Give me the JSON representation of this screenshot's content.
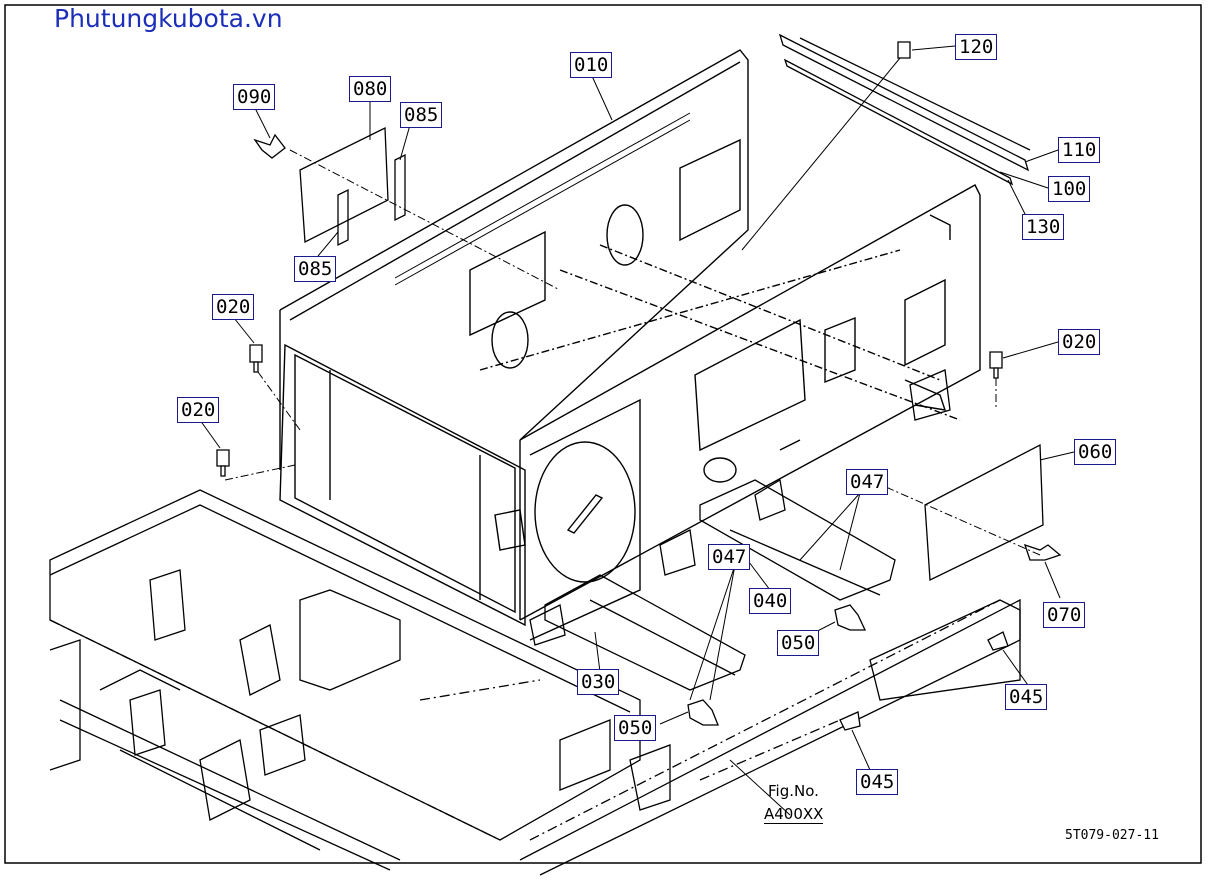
{
  "watermark": "Phutungkubota.vn",
  "fig_no_label": "Fig.No.",
  "fig_no_value": "A400XX",
  "drawing_code": "5T079-027-11",
  "callouts": [
    {
      "id": "010",
      "text": "010"
    },
    {
      "id": "020a",
      "text": "020"
    },
    {
      "id": "020b",
      "text": "020"
    },
    {
      "id": "020c",
      "text": "020"
    },
    {
      "id": "030",
      "text": "030"
    },
    {
      "id": "040",
      "text": "040"
    },
    {
      "id": "045a",
      "text": "045"
    },
    {
      "id": "045b",
      "text": "045"
    },
    {
      "id": "047a",
      "text": "047"
    },
    {
      "id": "047b",
      "text": "047"
    },
    {
      "id": "050a",
      "text": "050"
    },
    {
      "id": "050b",
      "text": "050"
    },
    {
      "id": "060",
      "text": "060"
    },
    {
      "id": "070",
      "text": "070"
    },
    {
      "id": "080",
      "text": "080"
    },
    {
      "id": "085a",
      "text": "085"
    },
    {
      "id": "085b",
      "text": "085"
    },
    {
      "id": "090",
      "text": "090"
    },
    {
      "id": "100",
      "text": "100"
    },
    {
      "id": "110",
      "text": "110"
    },
    {
      "id": "120",
      "text": "120"
    },
    {
      "id": "130",
      "text": "130"
    }
  ]
}
